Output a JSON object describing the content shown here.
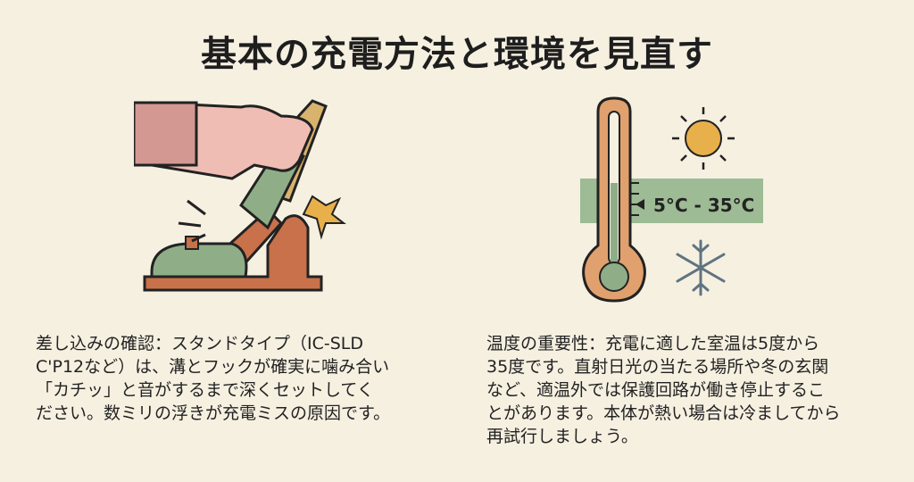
{
  "title": "基本の充電方法と環境を見直す",
  "left": {
    "lines": [
      "差し込みの確認：スタンドタイプ（IC-SLD",
      "C'P12など）は、溝とフックが確実に噛み合い",
      "「カチッ」と音がするまで深くセットしてく",
      "ださい。数ミリの浮きが充電ミスの原因です。"
    ]
  },
  "right": {
    "temp_range": "5°C - 35°C",
    "lines": [
      "温度の重要性：充電に適した室温は5度から",
      "35度です。直射日光の当たる場所や冬の玄関",
      "など、適温外では保護回路が働き停止するこ",
      "とがあります。本体が熱い場合は冷ましてから",
      "再試行しましょう。"
    ]
  },
  "colors": {
    "background": "#f6f0e1",
    "green": "#8fae88",
    "orange": "#c9714a",
    "sun": "#e8b04a",
    "snow": "#5f7480"
  }
}
